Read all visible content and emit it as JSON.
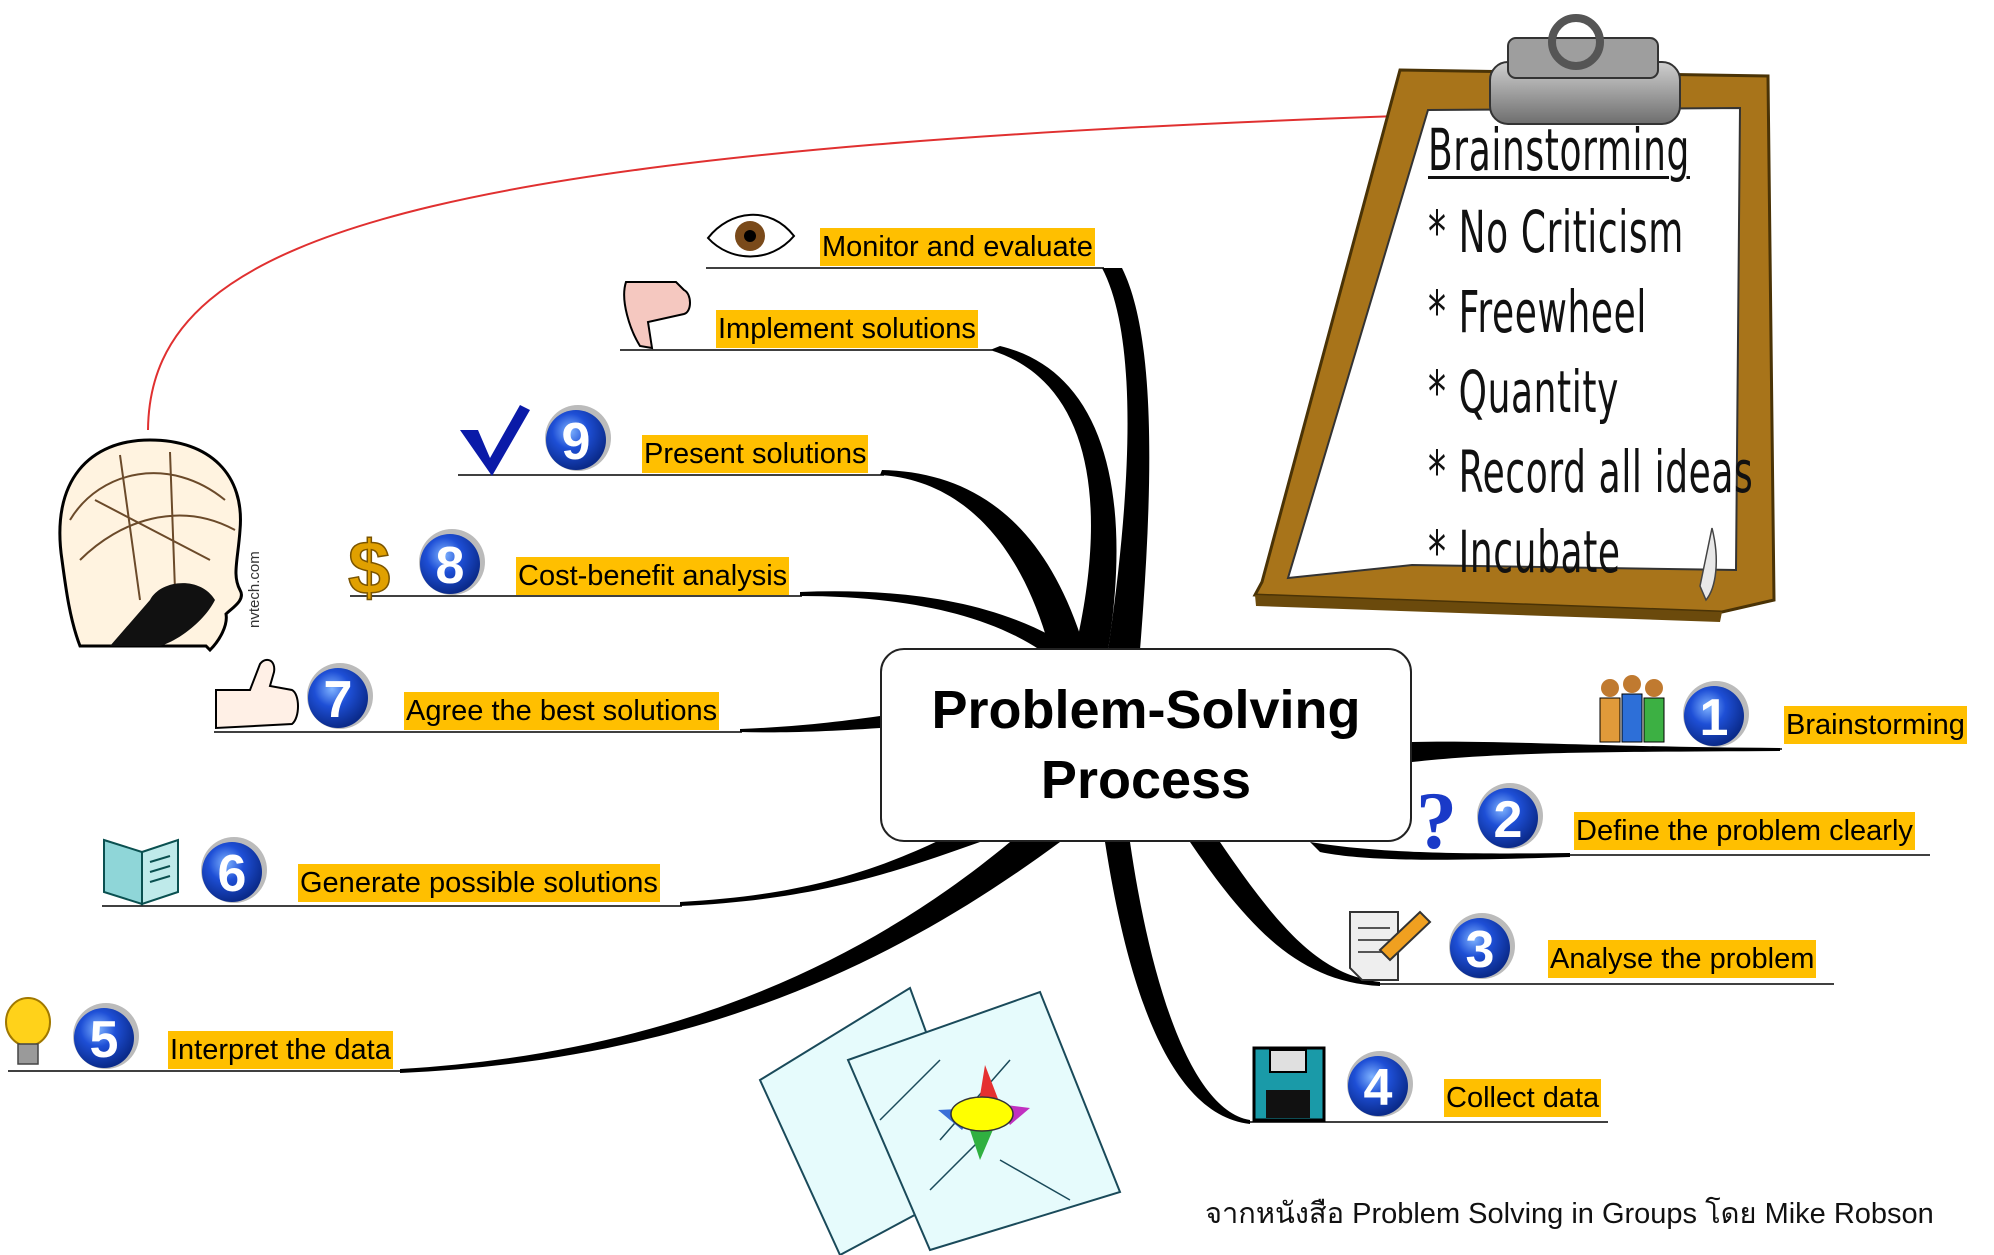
{
  "center": {
    "line1": "Problem-Solving",
    "line2": "Process"
  },
  "steps": [
    {
      "num": "1",
      "label": "Brainstorming",
      "icon": "people-icon"
    },
    {
      "num": "2",
      "label": "Define the problem clearly",
      "icon": "question-mark-icon"
    },
    {
      "num": "3",
      "label": "Analyse the problem",
      "icon": "notepad-pencil-icon"
    },
    {
      "num": "4",
      "label": "Collect data",
      "icon": "floppy-disk-icon"
    },
    {
      "num": "5",
      "label": "Interpret the data",
      "icon": "lightbulb-icon"
    },
    {
      "num": "6",
      "label": "Generate possible solutions",
      "icon": "book-icon"
    },
    {
      "num": "7",
      "label": "Agree the best solutions",
      "icon": "thumbs-up-icon"
    },
    {
      "num": "8",
      "label": "Cost-benefit analysis",
      "icon": "dollar-icon"
    },
    {
      "num": "9",
      "label": "Present solutions",
      "icon": "checkmark-icon"
    }
  ],
  "extra_branches": [
    {
      "label": "Implement solutions",
      "icon": "thumbs-down-icon"
    },
    {
      "label": "Monitor and evaluate",
      "icon": "eye-icon"
    }
  ],
  "clipboard": {
    "title": "Brainstorming",
    "items": [
      "* No Criticism",
      "* Freewheel",
      "* Quantity",
      "* Record all ideas",
      "* Incubate"
    ]
  },
  "watermark": "nvtech.com",
  "footer": "จากหนังสือ Problem Solving in Groups โดย Mike Robson",
  "colors": {
    "highlight": "#ffbf00",
    "badge": "#1e4fd6",
    "branch": "#000000",
    "clipboard_frame": "#a8741a",
    "link_line": "#e03030"
  }
}
